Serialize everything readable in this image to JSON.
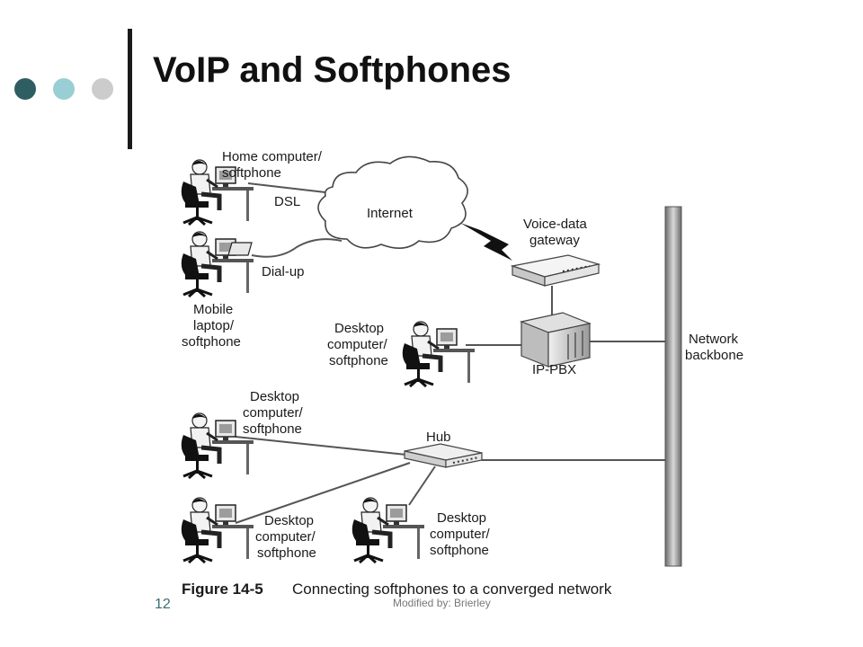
{
  "slide": {
    "title": "VoIP and Softphones",
    "slide_number": "12",
    "footer": "Modified by: Brierley"
  },
  "diagram": {
    "nodes": {
      "home_computer": [
        "Home computer/",
        "softphone"
      ],
      "dsl": [
        "DSL"
      ],
      "internet": [
        "Internet"
      ],
      "voice_data_gateway": [
        "Voice-data",
        "gateway"
      ],
      "dial_up": [
        "Dial-up"
      ],
      "mobile_laptop": [
        "Mobile",
        "laptop/",
        "softphone"
      ],
      "desktop_ippbx": [
        "Desktop",
        "computer/",
        "softphone"
      ],
      "ip_pbx": [
        "IP-PBX"
      ],
      "network_backbone": [
        "Network",
        "backbone"
      ],
      "desktop_upper_left": [
        "Desktop",
        "computer/",
        "softphone"
      ],
      "hub": [
        "Hub"
      ],
      "desktop_lower_left": [
        "Desktop",
        "computer/",
        "softphone"
      ],
      "desktop_lower_right": [
        "Desktop",
        "computer/",
        "softphone"
      ]
    },
    "caption_number": "Figure 14-5",
    "caption_text": "Connecting softphones to a converged network"
  },
  "colors": {
    "accent_dark": "#2f5e62",
    "accent_light": "#99cfd4",
    "accent_gray": "#cccccc"
  }
}
